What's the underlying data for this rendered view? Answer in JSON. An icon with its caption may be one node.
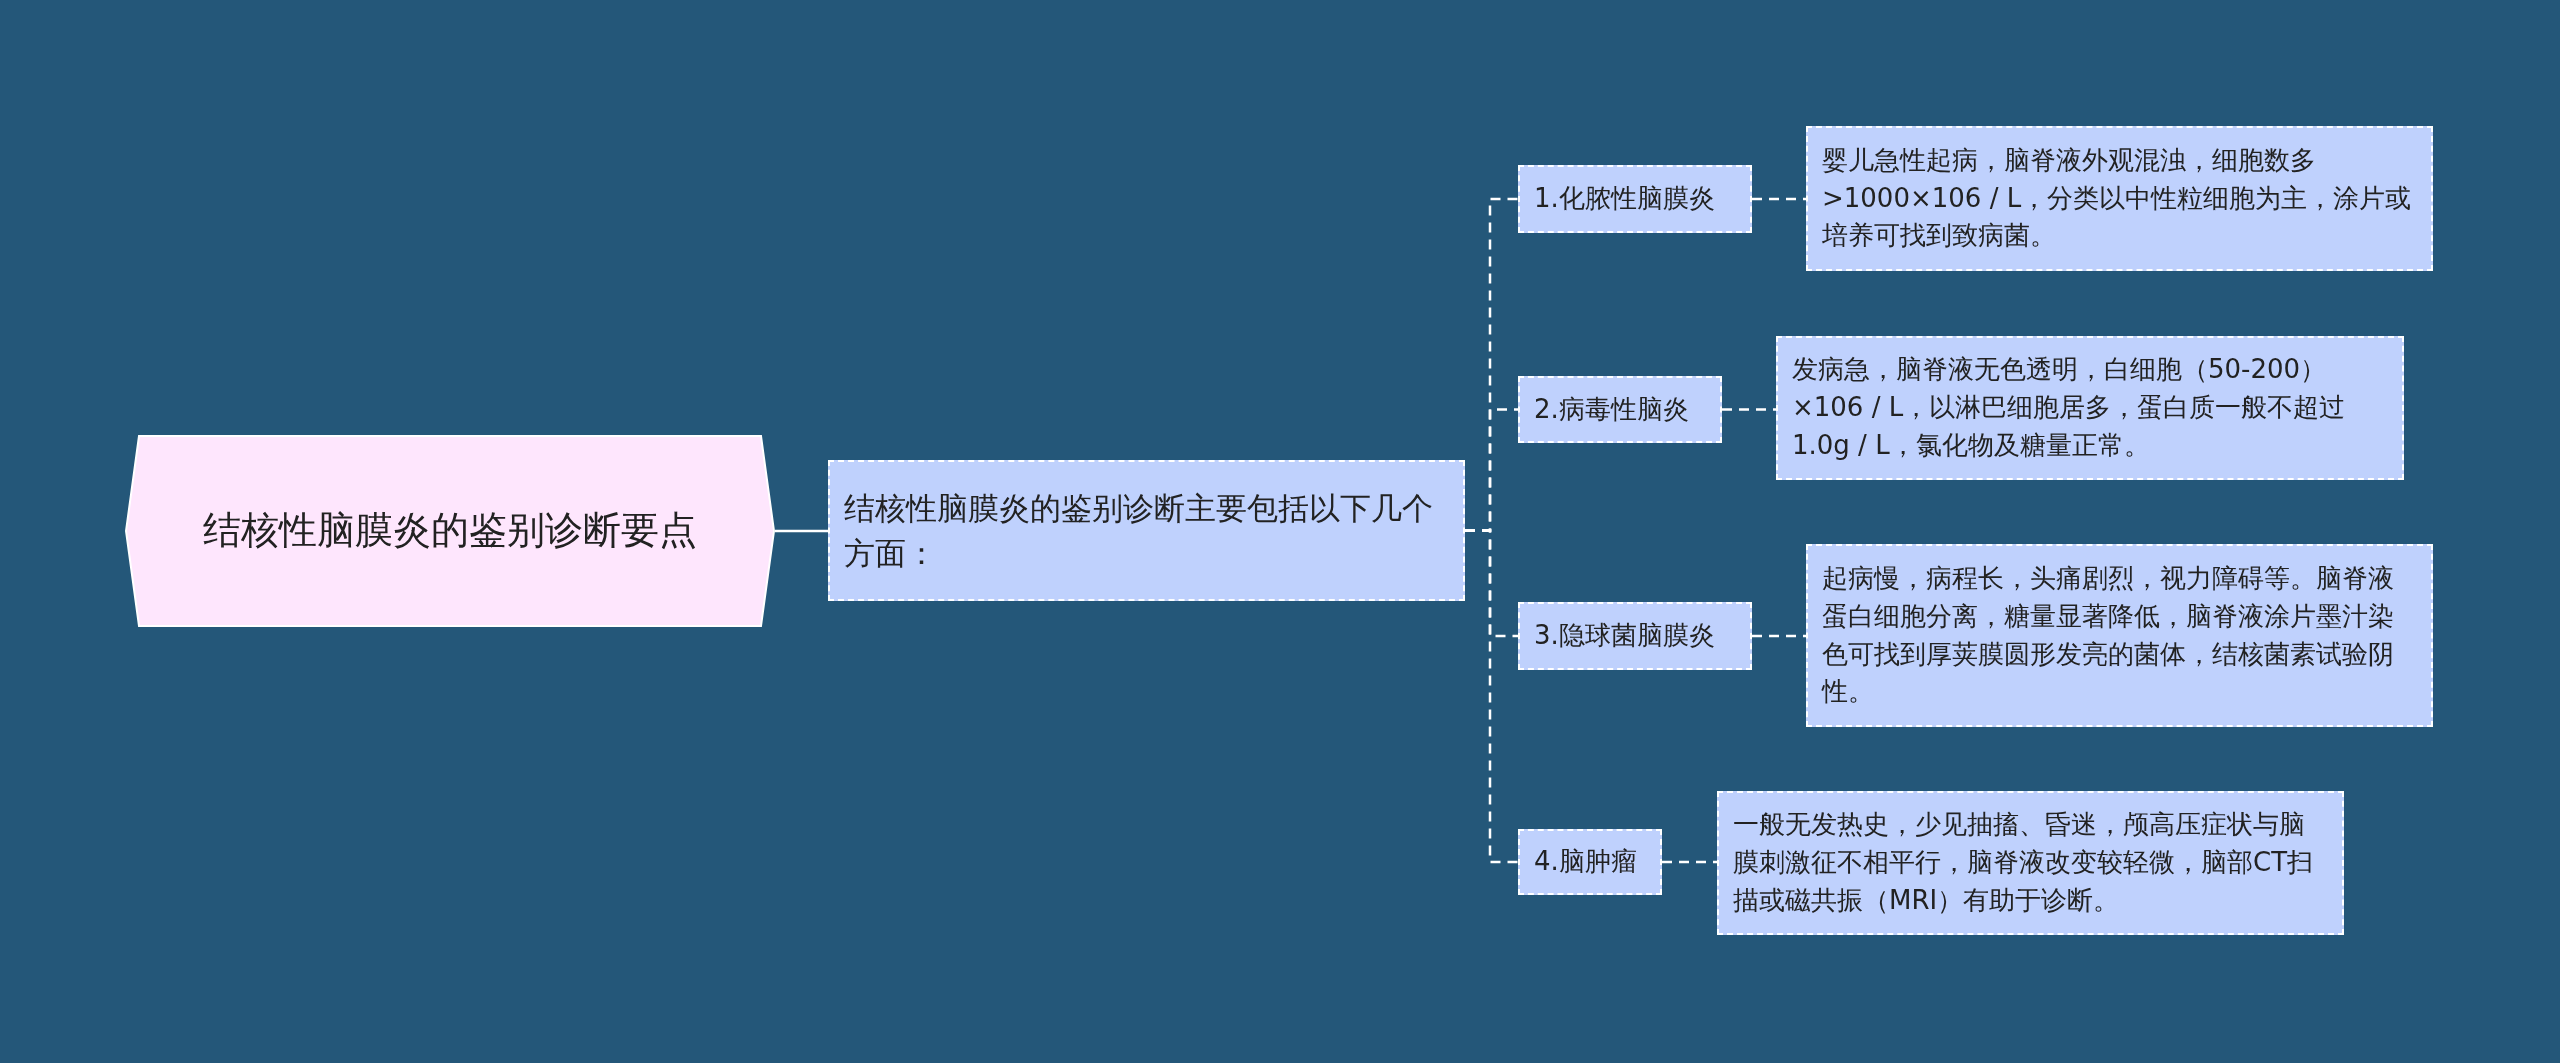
{
  "diagram": {
    "nodes": [
      {
        "text": [
          "结核性脑膜炎的鉴别诊断要点"
        ]
      },
      {
        "text": [
          "结核性脑膜炎的鉴别诊断主要包括以下几个方面："
        ]
      },
      {
        "text": [
          "1.化脓性脑膜炎"
        ]
      },
      {
        "text": [
          "婴儿急性起病，脑脊液外观混浊，细胞数多>1000×106 / L，分类以中性粒细胞为主，涂片或培养可找到致病菌。"
        ]
      },
      {
        "text": [
          "2.病毒性脑炎"
        ]
      },
      {
        "text": [
          "发病急，脑脊液无色透明，白细胞（50-200）×106 / L，以淋巴细胞居多，蛋白质一般不超过1.0g / L，氯化物及糖量正常。"
        ]
      },
      {
        "text": [
          "3.隐球菌脑膜炎"
        ]
      },
      {
        "text": [
          "起病慢，病程长，头痛剧烈，视力障碍等。脑脊液蛋白细胞分离，糖量显著降低，脑脊液涂片墨汁染色可找到厚荚膜圆形发亮的菌体，结核菌素试验阴性。"
        ]
      },
      {
        "text": [
          "4.脑肿瘤"
        ]
      },
      {
        "text": [
          "一般无发热史，少见抽搐、昏迷，颅高压症状与脑膜刺激征不相平行，脑脊液改变较轻微，脑部CT扫描或磁共振（MRI）有助于诊断。"
        ]
      }
    ],
    "edges": [
      {
        "from": 0,
        "to": 1,
        "arrow": "none"
      },
      {
        "from": 1,
        "to": 2,
        "arrow": "none",
        "style": "dashed"
      },
      {
        "from": 1,
        "to": 4,
        "arrow": "none",
        "style": "dashed"
      },
      {
        "from": 1,
        "to": 6,
        "arrow": "none",
        "style": "dashed"
      },
      {
        "from": 1,
        "to": 8,
        "arrow": "none",
        "style": "dashed"
      },
      {
        "from": 2,
        "to": 3,
        "arrow": "none",
        "style": "dashed"
      },
      {
        "from": 4,
        "to": 5,
        "arrow": "none",
        "style": "dashed"
      },
      {
        "from": 6,
        "to": 7,
        "arrow": "none",
        "style": "dashed"
      },
      {
        "from": 8,
        "to": 9,
        "arrow": "none",
        "style": "dashed"
      }
    ]
  }
}
